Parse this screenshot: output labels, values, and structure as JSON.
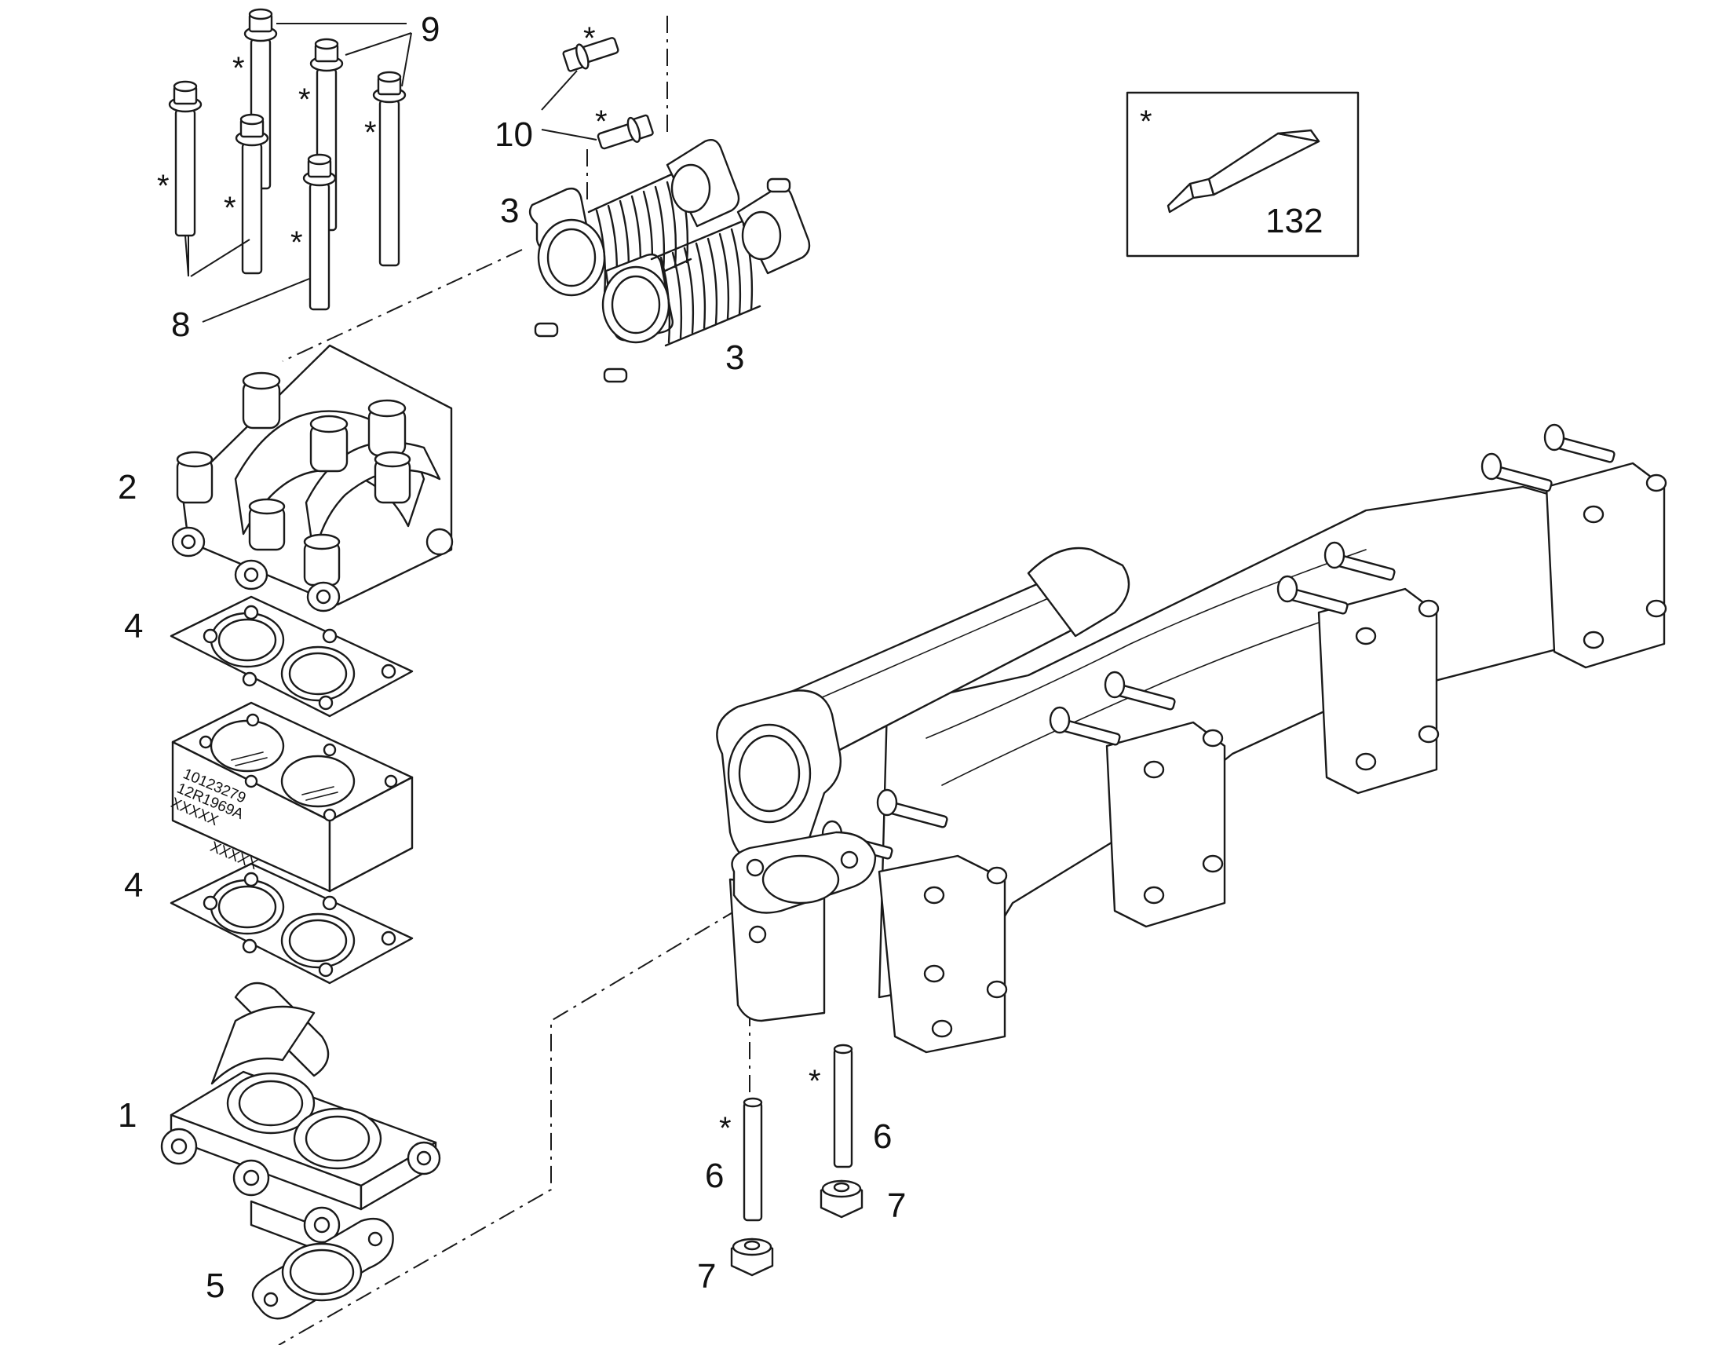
{
  "callouts": {
    "c1": "1",
    "c2": "2",
    "c3a": "3",
    "c3b": "3",
    "c4a": "4",
    "c4b": "4",
    "c5": "5",
    "c6a": "6",
    "c6b": "6",
    "c7a": "7",
    "c7b": "7",
    "c8": "8",
    "c9": "9",
    "c10": "10",
    "c132": "132"
  },
  "asterisk": "*",
  "cooler_markings": {
    "line1": "10123279",
    "line2": "12R1969A",
    "line3": "XXXXX",
    "line4": "XXXXX"
  },
  "colors": {
    "line": "#1a1a1a",
    "background": "#ffffff"
  },
  "icons": [
    "bolt-icon",
    "tube-icon",
    "nut-icon"
  ]
}
